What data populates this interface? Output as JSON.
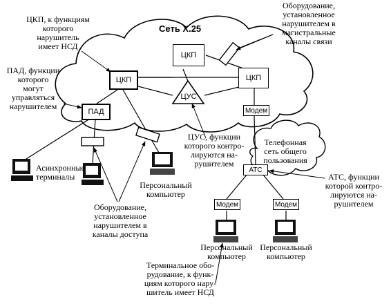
{
  "network": {
    "title": "Сеть X.25",
    "cloud_phone": "Телефонная\nсеть общего\nпользования"
  },
  "nodes": {
    "tskp_top": "ЦКП",
    "tskp_left": "ЦКП",
    "tskp_right": "ЦКП",
    "tsus": "ЦУС",
    "pad": "ПАД",
    "ats": "АТС",
    "modem_top": "Модем",
    "modem_left": "Модем",
    "modem_right": "Модем"
  },
  "annotations": {
    "tskp_nsd": "ЦКП, к функциям\nкоторого\nнарушитель\nимеет НСД",
    "pad_managed": "ПАД, функции\nкоторого\nмогут\nуправляться\nнарушителем",
    "equipment_backbone": "Оборудование,\nустановленное\nнарушителем в\nмагистральные\nканалы связи",
    "tsus_controlled": "ЦУС, функции\nкоторого контро-\nлируются на-\nрушителем",
    "ats_controlled": "АТС, функции\nкоторой контро-\nлируются на-\nрушителем",
    "equipment_access": "Оборудование,\nустановленное\nнарушителем в\nканалы доступа",
    "async_terminals": "Асинхронные\nтерминалы",
    "pc_center": "Персональный\nкомпьютер",
    "pc_left": "Персональный\nкомпьютер",
    "pc_right": "Персональный\nкомпьютер",
    "terminal_nsd": "Терминальное обо-\nрудование, к функ-\nциям которого нару-\nшитель имеет НСД"
  }
}
